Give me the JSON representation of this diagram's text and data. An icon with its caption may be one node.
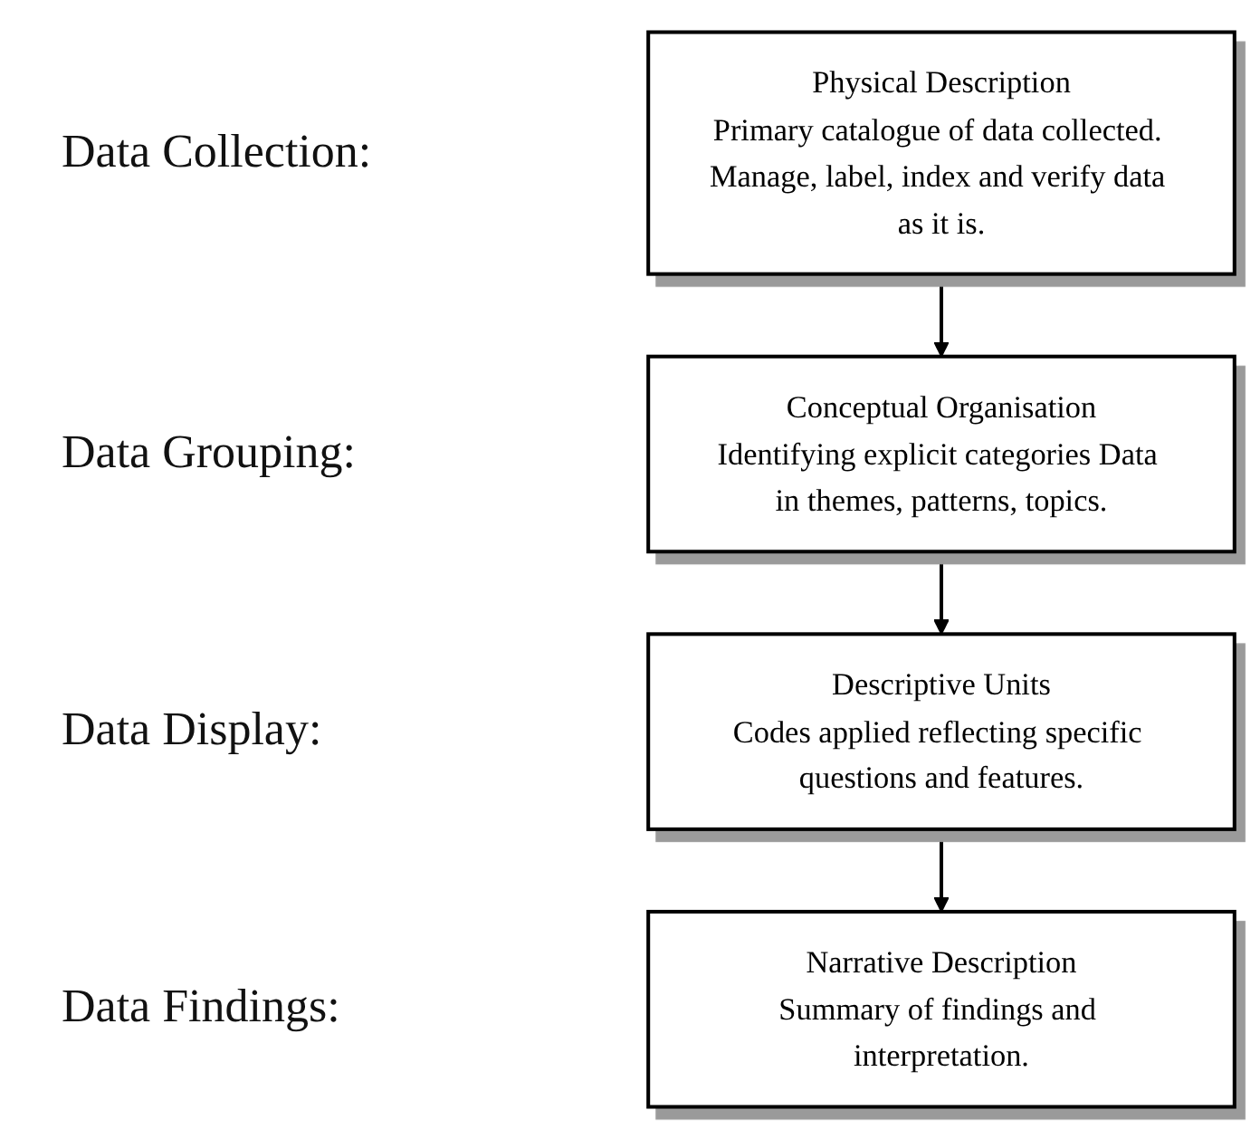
{
  "diagram": {
    "nodes": [
      {
        "text": [
          "Physical Description",
          "Primary catalogue of data collected. Manage, label, index and verify data as it is."
        ]
      },
      {
        "text": [
          "Conceptual Organisation",
          "Identifying explicit categories Data in themes, patterns, topics."
        ]
      },
      {
        "text": [
          "Descriptive Units",
          "Codes applied reflecting specific questions and features."
        ]
      },
      {
        "text": [
          "Narrative Description",
          "Summary of findings and interpretation."
        ]
      }
    ],
    "edges": [
      {
        "from": 0,
        "to": 1,
        "arrow": "to"
      },
      {
        "from": 1,
        "to": 2,
        "arrow": "to"
      },
      {
        "from": 2,
        "to": 3,
        "arrow": "to"
      }
    ],
    "labels": [
      "Data Collection:",
      "Data Grouping:",
      "Data Display:",
      "Data Findings:"
    ]
  }
}
